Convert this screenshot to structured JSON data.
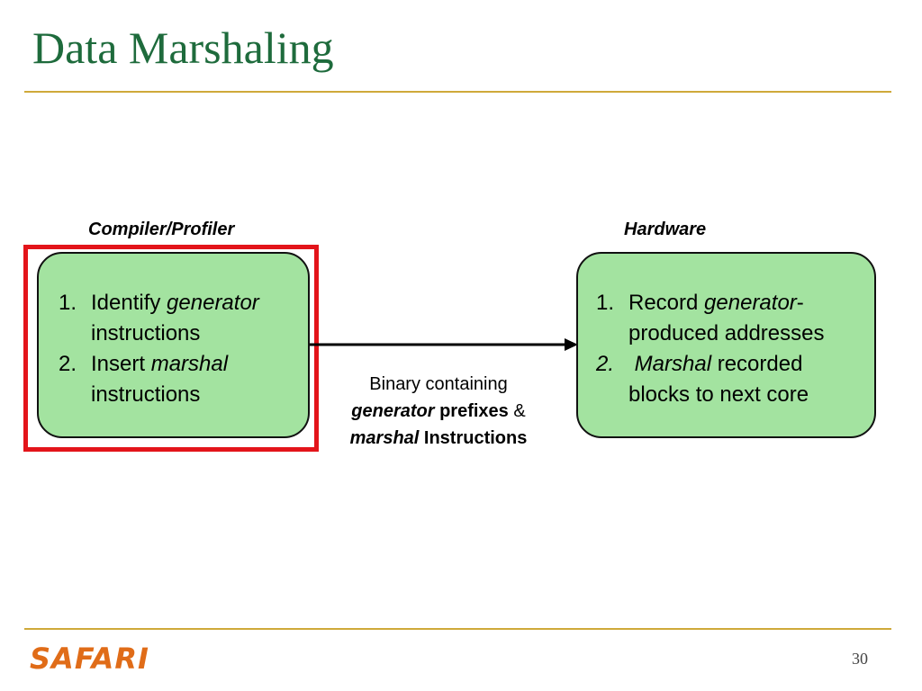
{
  "slide": {
    "title": "Data Marshaling",
    "page_number": "30",
    "logo_text": "SAFARI"
  },
  "diagram": {
    "left_label": "Compiler/Profiler",
    "right_label": "Hardware",
    "left_box": {
      "item1": {
        "num": "1.",
        "pre": "Identify ",
        "em": "generator",
        "line2": "instructions"
      },
      "item2": {
        "num": "2.",
        "pre": "Insert ",
        "em": "marshal",
        "line2": "instructions"
      }
    },
    "right_box": {
      "item1": {
        "num": "1.",
        "pre": "Record ",
        "em": "generator",
        "post": "-",
        "line2": "produced addresses"
      },
      "item2": {
        "num": "2.",
        "em": "Marshal",
        "post": " recorded",
        "line2": "blocks to next core"
      }
    },
    "arrow_caption": {
      "line1": "Binary containing",
      "line2_a": "generator",
      "line2_b": " prefixes",
      "line2_c": " &",
      "line3_a": "marshal",
      "line3_b": " Instructions"
    },
    "colors": {
      "title": "#1e6b3c",
      "rule": "#cfa93a",
      "box_fill": "#a3e3a0",
      "highlight": "#e3141a",
      "logo": "#e06c18"
    }
  }
}
